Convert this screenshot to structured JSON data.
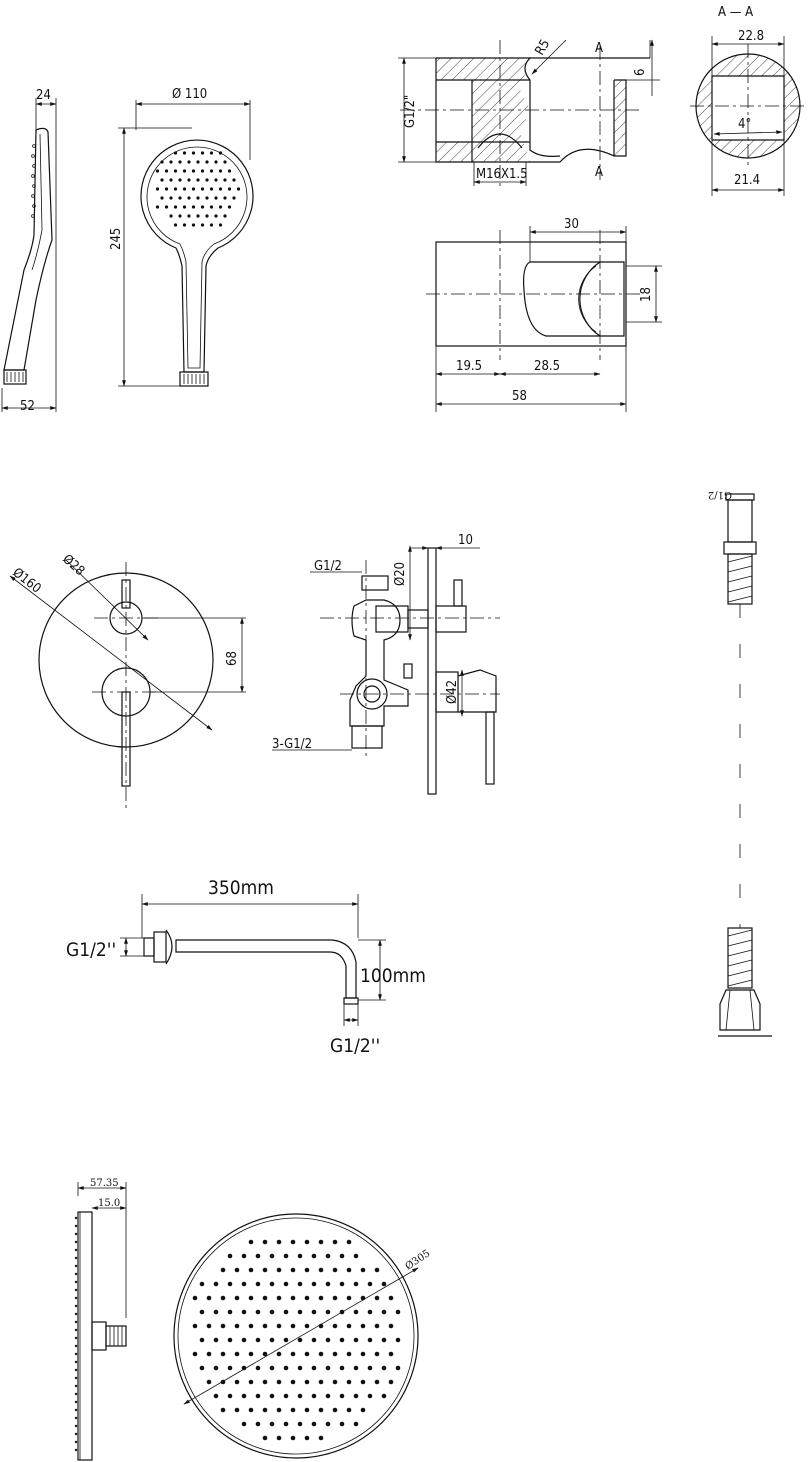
{
  "colors": {
    "ink": "#111111",
    "paper": "#ffffff"
  },
  "hand_shower": {
    "side_width": "24",
    "side_depth": "52",
    "diameter": "Ø 110",
    "length": "245"
  },
  "holder_section": {
    "section_title": "A — A",
    "thread": "G1/2\"",
    "radius": "R5",
    "section_mark_top": "A",
    "section_mark_bottom": "A",
    "wall": "6",
    "screw": "M16X1.5",
    "chord": "22.8",
    "angle": "4°",
    "chord_bottom": "21.4"
  },
  "holder_front": {
    "width": "30",
    "height": "18",
    "offset_a": "19.5",
    "offset_b": "28.5",
    "total": "58"
  },
  "mixer_plate": {
    "diameter_plate": "Ø160",
    "diameter_handle": "Ø28",
    "spacing": "68"
  },
  "mixer_side": {
    "plate_thickness": "10",
    "inlet": "G1/2",
    "diameter_top": "Ø20",
    "diameter_bottom": "Ø42",
    "outlets": "3-G1/2"
  },
  "hose": {
    "thread": "G1/2"
  },
  "shower_arm": {
    "length": "350mm",
    "drop": "100mm",
    "thread_inlet": "G1/2''",
    "thread_outlet": "G1/2''"
  },
  "rain_head": {
    "depth": "57.35",
    "plate": "15.0",
    "diameter": "Ø305"
  }
}
